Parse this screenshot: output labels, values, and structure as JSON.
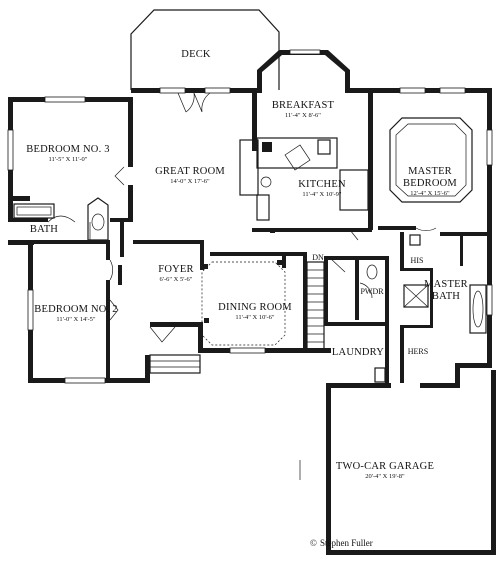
{
  "rooms": {
    "deck": {
      "name": "DECK"
    },
    "breakfast": {
      "name": "BREAKFAST",
      "dim": "11'-4\" X 8'-6\""
    },
    "master_bedroom": {
      "name_line1": "MASTER",
      "name_line2": "BEDROOM",
      "dim": "12'-4\" X 15'-6\""
    },
    "bedroom3": {
      "name": "BEDROOM NO. 3",
      "dim": "11'-5\" X 11'-0\""
    },
    "great_room": {
      "name": "GREAT ROOM",
      "dim": "14'-0\" X 17'-6\""
    },
    "kitchen": {
      "name": "KITCHEN",
      "dim": "11'-4\" X 10'-9\""
    },
    "bath": {
      "name": "BATH"
    },
    "his": {
      "name": "HIS"
    },
    "pwdr": {
      "name": "PWDR"
    },
    "master_bath": {
      "name_line1": "MASTER",
      "name_line2": "BATH"
    },
    "foyer": {
      "name": "FOYER",
      "dim": "6'-6\" X 5'-6\""
    },
    "dn": {
      "name": "DN"
    },
    "dining_room": {
      "name": "DINING ROOM",
      "dim": "11'-4\" X 10'-6\""
    },
    "bedroom2": {
      "name": "BEDROOM NO. 2",
      "dim": "11'-0\" X 14'-5\""
    },
    "laundry": {
      "name": "LAUNDRY"
    },
    "hers": {
      "name": "HERS"
    },
    "garage": {
      "name": "TWO-CAR GARAGE",
      "dim": "20'-4\" X 19'-8\""
    }
  },
  "credit": {
    "symbol": "©",
    "text": "Stephen Fuller"
  }
}
